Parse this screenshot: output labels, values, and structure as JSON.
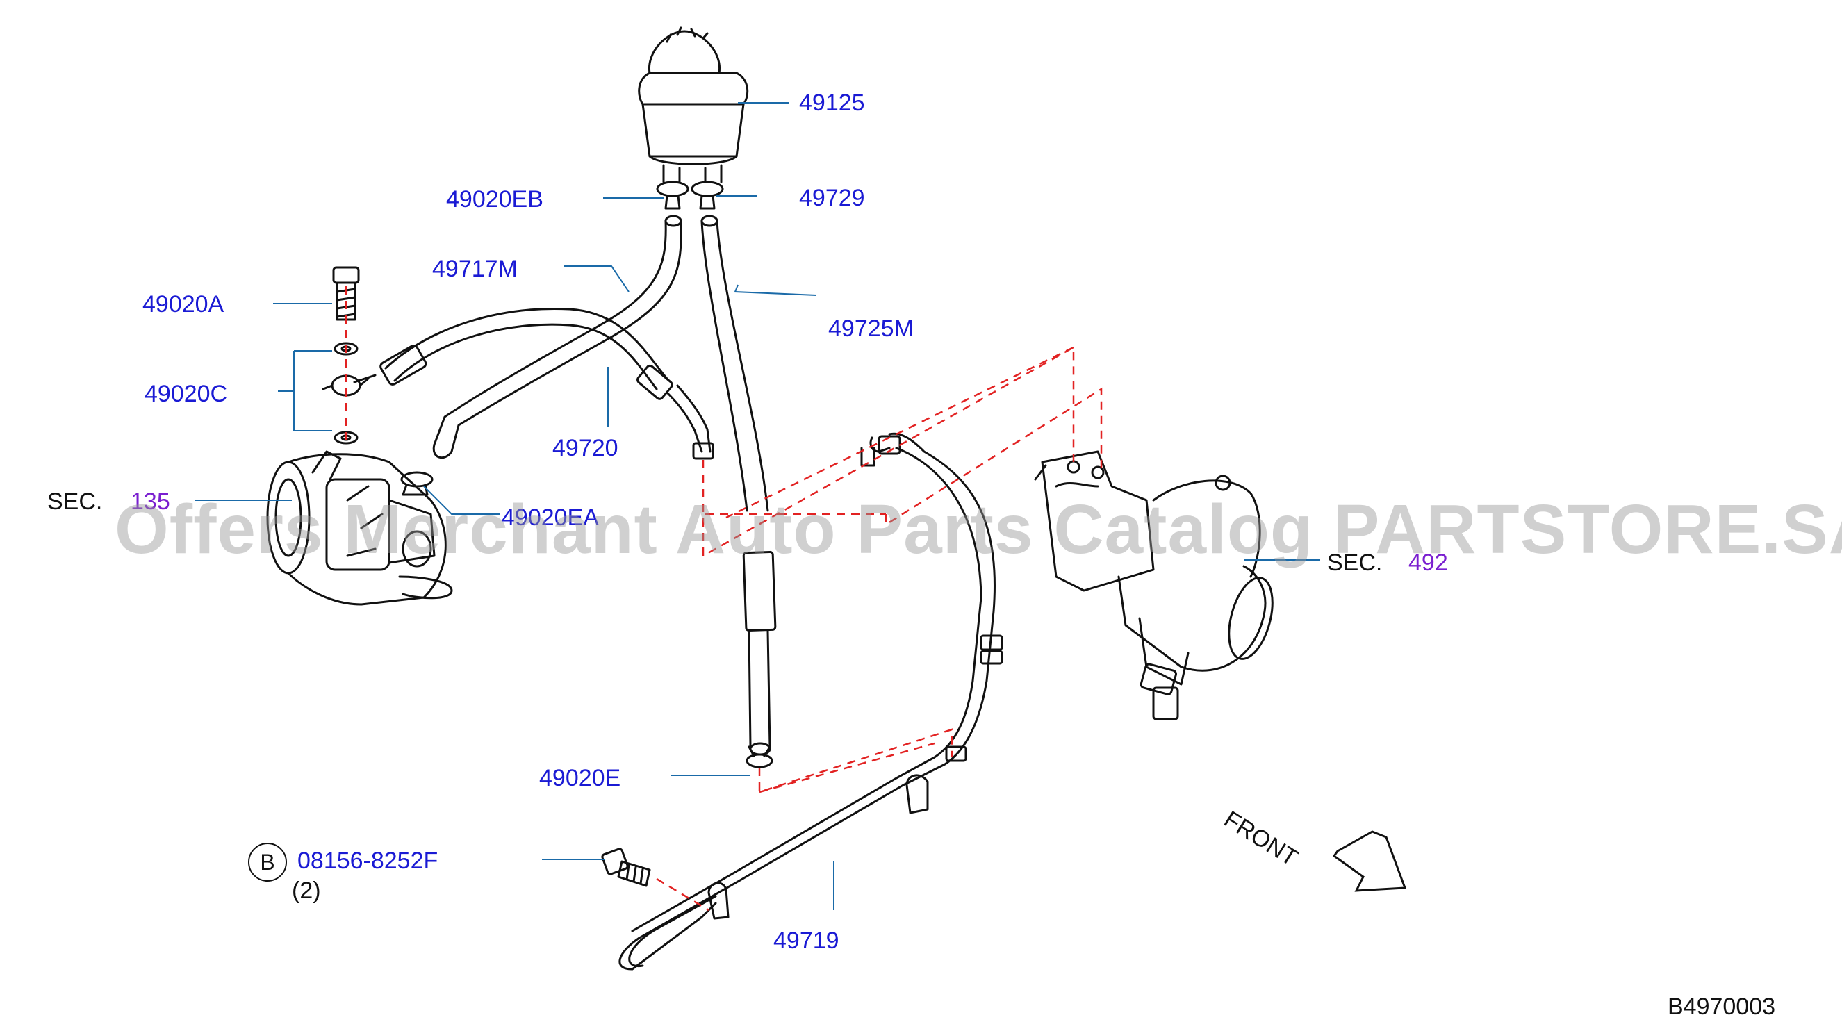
{
  "colors": {
    "accent": "#1a1ad4",
    "section": "#7a1fd0",
    "guide": "#e22222",
    "ink": "#111111",
    "watermark": "#9a9a9a"
  },
  "labels": {
    "p49125": "49125",
    "p49020EB": "49020EB",
    "p49729": "49729",
    "p49717M": "49717M",
    "p49725M": "49725M",
    "p49020A": "49020A",
    "p49020C": "49020C",
    "p49720": "49720",
    "p49020EA": "49020EA",
    "p49020E": "49020E",
    "p08156": "08156-8252F",
    "p49719": "49719"
  },
  "sections": {
    "left_prefix": "SEC.",
    "left_number": "135",
    "right_prefix": "SEC.",
    "right_number": "492"
  },
  "bolt_callout": {
    "badge": "B",
    "qty": "(2)"
  },
  "front_label": "FRONT",
  "diagram_code": "B4970003",
  "watermark": "Offers Merchant Auto Parts Catalog PARTSTORE.SA",
  "icons": [
    "reservoir",
    "hose-clamp",
    "banjo-bolt",
    "copper-washer",
    "pump",
    "steering-gear",
    "flange-bolt",
    "front-arrow"
  ]
}
